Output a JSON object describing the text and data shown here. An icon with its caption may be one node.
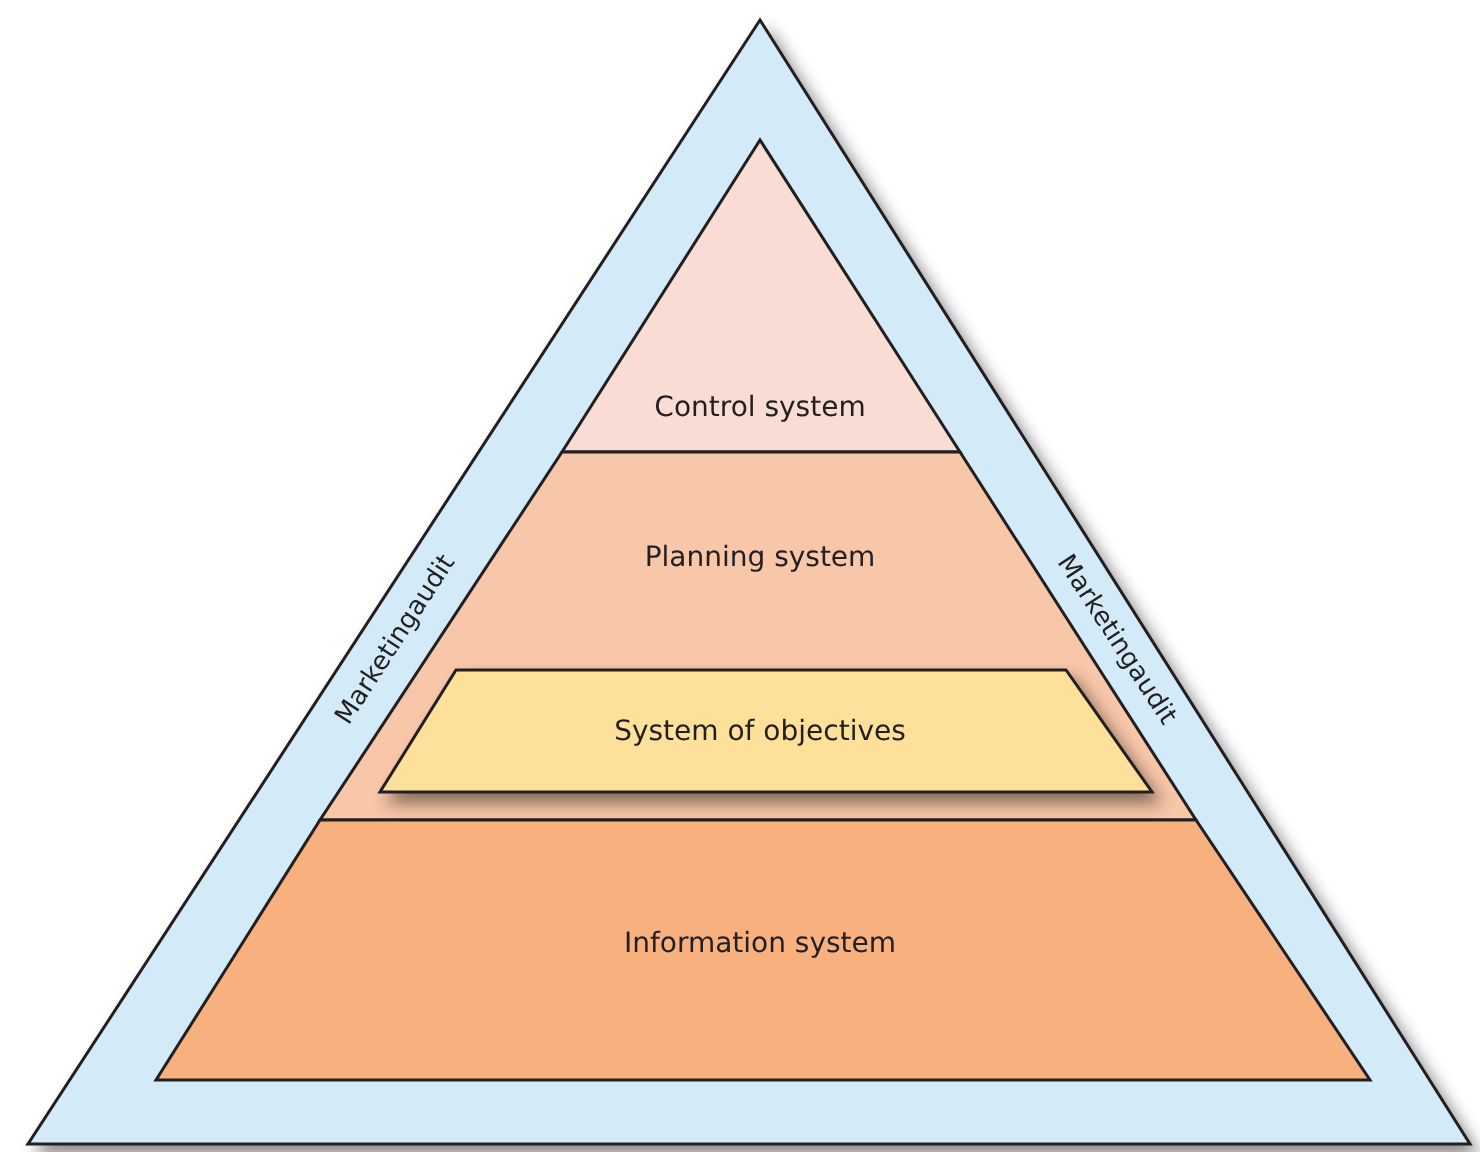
{
  "diagram": {
    "nodes": [
      {
        "text": [
          "Marketingaudit",
          "Marketingaudit"
        ]
      },
      {
        "text": [
          "Control system"
        ],
        "in": 0
      },
      {
        "text": [
          "Planning system"
        ],
        "in": 0
      },
      {
        "text": [
          "System of objectives"
        ],
        "in": 2
      },
      {
        "text": [
          "Information system"
        ],
        "in": 0
      }
    ]
  }
}
